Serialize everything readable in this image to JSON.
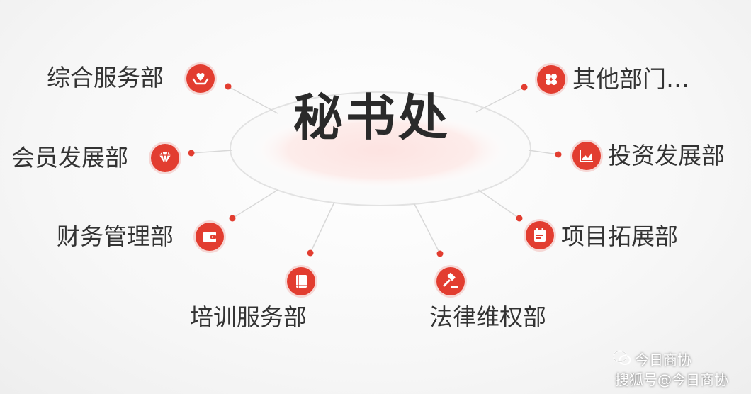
{
  "center": {
    "title": "秘书处"
  },
  "departments": {
    "comprehensive": {
      "label": "综合服务部",
      "icon": "hand-heart-icon"
    },
    "membership": {
      "label": "会员发展部",
      "icon": "diamond-icon"
    },
    "finance": {
      "label": "财务管理部",
      "icon": "wallet-icon"
    },
    "training": {
      "label": "培训服务部",
      "icon": "book-icon"
    },
    "legal": {
      "label": "法律维权部",
      "icon": "gavel-icon"
    },
    "projects": {
      "label": "项目拓展部",
      "icon": "calendar-icon"
    },
    "investment": {
      "label": "投资发展部",
      "icon": "trend-chart-icon"
    },
    "others": {
      "label": "其他部门…",
      "icon": "grid-icon"
    }
  },
  "watermark": {
    "line1": "今日商协",
    "line2": "搜狐号@今日商协"
  },
  "colors": {
    "accent": "#e23d30",
    "text": "#333333",
    "title": "#2a2a2a"
  }
}
